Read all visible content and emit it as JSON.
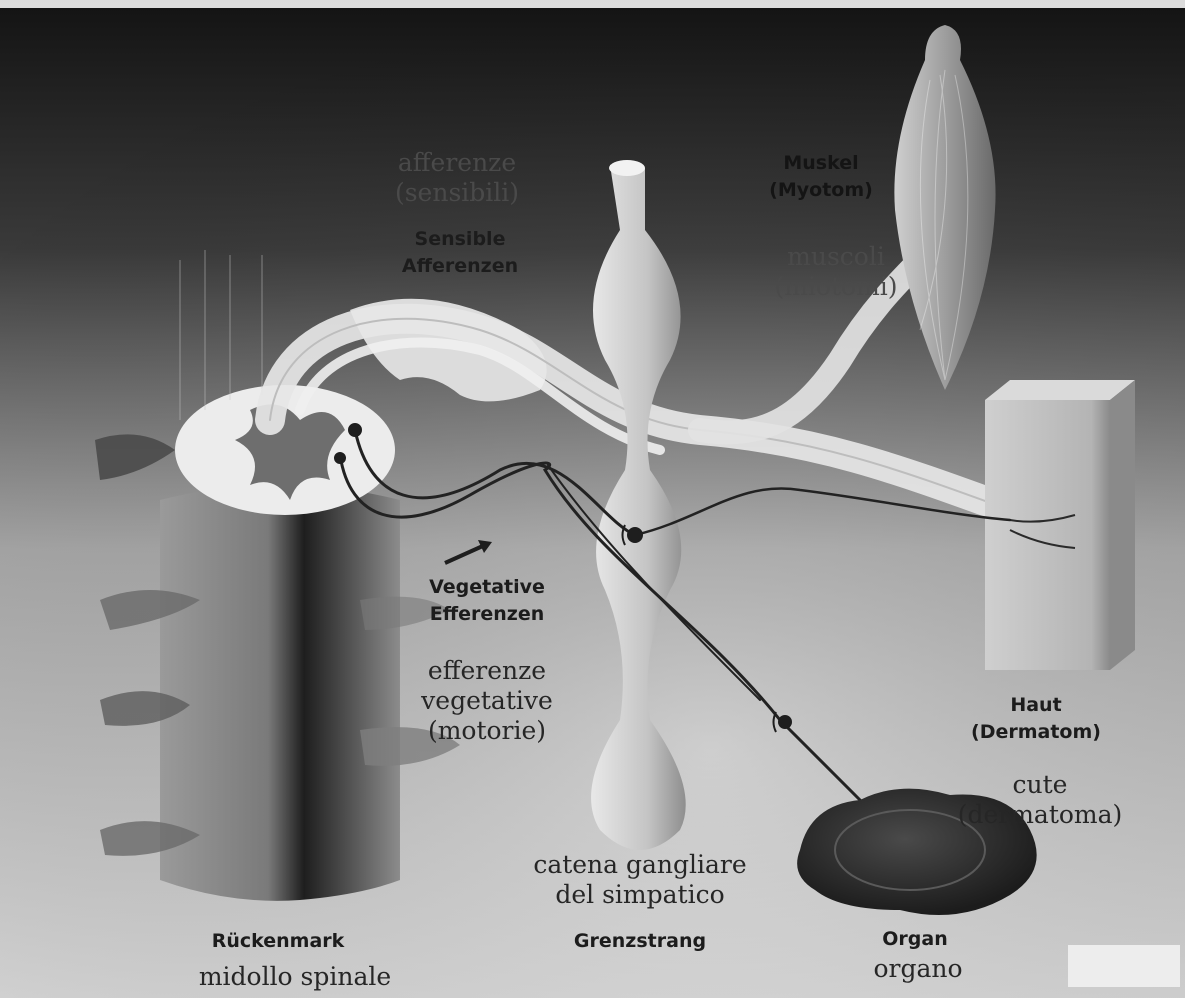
{
  "diagram": {
    "colors": {
      "background_top": "#141414",
      "background_bottom": "#d4d4d4",
      "nerve_light": "#e8e8e8",
      "nerve_dark": "#2a2a2a",
      "ganglion_chain": "#cfcfcf",
      "skin_block": "#bdbdbd",
      "organ": "#2e2e2e"
    },
    "labels": {
      "afferenze": [
        "afferenze",
        "(sensibili)"
      ],
      "sensible_afferenzen": [
        "Sensible",
        "Afferenzen"
      ],
      "muskel": [
        "Muskel",
        "(Myotom)"
      ],
      "muscoli": [
        "muscoli",
        "(miotomi)"
      ],
      "vegetative_efferenzen": [
        "Vegetative",
        "Efferenzen"
      ],
      "efferenze": [
        "efferenze",
        "vegetative",
        "(motorie)"
      ],
      "haut": [
        "Haut",
        "(Dermatom)"
      ],
      "cute": [
        "cute",
        "(dermatoma)"
      ],
      "catena": [
        "catena gangliare",
        "del simpatico"
      ],
      "rueckenmark": "Rückenmark",
      "midollo": "midollo spinale",
      "grenzstrang": "Grenzstrang",
      "organ_de": "Organ",
      "organo": "organo"
    }
  }
}
